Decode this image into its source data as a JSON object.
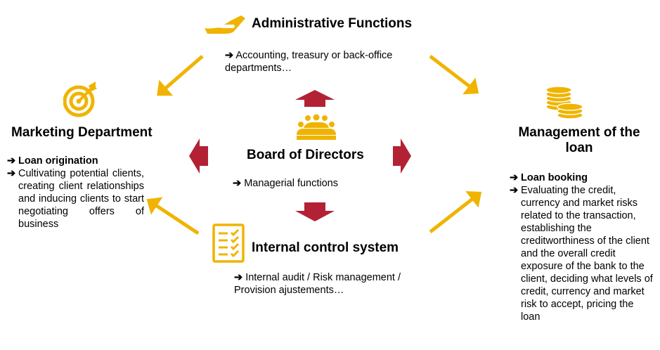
{
  "colors": {
    "accent": "#F0B400",
    "arrow_red": "#B22234",
    "arrow_gold": "#F0B400"
  },
  "admin": {
    "icon": "hand-icon",
    "title": "Administrative Functions",
    "bullet": "➔",
    "desc": "Accounting, treasury or back-office departments…"
  },
  "marketing": {
    "icon": "target-icon",
    "title": "Marketing Department",
    "bullets": [
      {
        "arrow": "➔",
        "text": "Loan origination"
      },
      {
        "arrow": "➔",
        "text": "Cultivating  potential clients,  creating client relationships  and inducing clients to start negotiating offers of business"
      }
    ]
  },
  "board": {
    "icon": "people-icon",
    "title": "Board of Directors",
    "bullet": "➔",
    "desc": "Managerial functions"
  },
  "management": {
    "icon": "coins-icon",
    "title": "Management of the loan",
    "bullets": [
      {
        "arrow": "➔",
        "text": "Loan booking"
      },
      {
        "arrow": "➔",
        "text": "Evaluating the credit, currency and market risks related to the transaction, establishing the creditworthiness of the client and the overall credit exposure of the bank to the client, deciding what levels of credit, currency and market risk to accept, pricing the loan"
      }
    ]
  },
  "internal": {
    "icon": "checklist-icon",
    "title": "Internal control system",
    "bullet": "➔",
    "desc": "Internal audit / Risk management / Provision ajustements…"
  }
}
